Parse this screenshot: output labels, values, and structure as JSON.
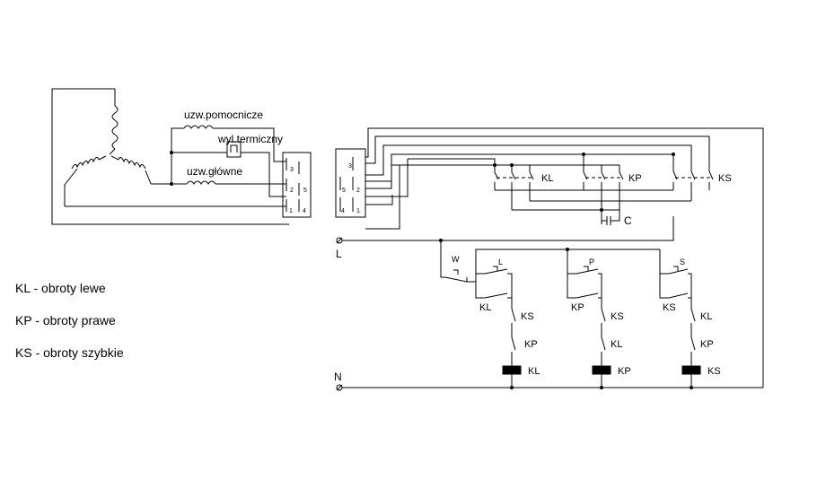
{
  "motor": {
    "aux_winding_label": "uzw.pomocnicze",
    "thermal_switch_label": "wyl.termiczny",
    "main_winding_label": "uzw.główne",
    "terminals": [
      "3",
      "2",
      "5",
      "1",
      "4"
    ]
  },
  "switch_terminals": [
    "3",
    "5",
    "2",
    "4",
    "1"
  ],
  "contactors": {
    "kl": "KL",
    "kp": "KP",
    "ks": "KS",
    "capacitor": "C"
  },
  "supply": {
    "line": "L",
    "neutral": "N"
  },
  "buttons": {
    "stop": "W",
    "left": "L",
    "right": "P",
    "fast": "S"
  },
  "branches": [
    {
      "self_contact": "KL",
      "interlock_1": "KS",
      "interlock_2": "KP",
      "coil": "KL"
    },
    {
      "self_contact": "KP",
      "interlock_1": "KS",
      "interlock_2": "KL",
      "coil": "KP"
    },
    {
      "self_contact": "KS",
      "interlock_1": "KL",
      "interlock_2": "KP",
      "coil": "KS"
    }
  ],
  "legend": [
    "KL - obroty lewe",
    "KP - obroty prawe",
    "KS - obroty szybkie"
  ]
}
